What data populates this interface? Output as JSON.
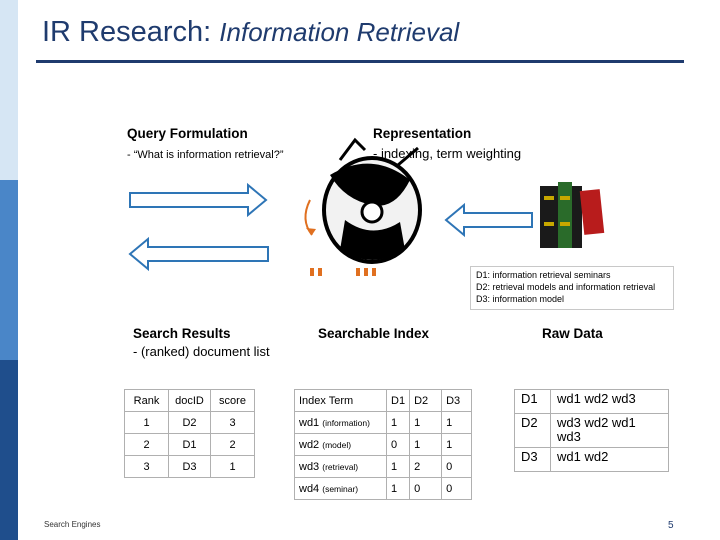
{
  "title": {
    "main": "IR Research:",
    "sub": "Information Retrieval"
  },
  "query": {
    "heading": "Query Formulation",
    "example": "- “What is information retrieval?”"
  },
  "representation": {
    "heading": "Representation",
    "detail": "- indexing, term weighting"
  },
  "descriptions": [
    "D1: information retrieval seminars",
    "D2: retrieval models and information retrieval",
    "D3: information model"
  ],
  "search_results": {
    "heading": "Search Results",
    "detail": "- (ranked) document list",
    "headers": [
      "Rank",
      "docID",
      "score"
    ],
    "rows": [
      [
        "1",
        "D2",
        "3"
      ],
      [
        "2",
        "D1",
        "2"
      ],
      [
        "3",
        "D3",
        "1"
      ]
    ]
  },
  "searchable_index": {
    "heading": "Searchable Index",
    "headers": [
      "Index Term",
      "D1",
      "D2",
      "D3"
    ],
    "rows": [
      {
        "term": "wd1",
        "note": "(information)",
        "vals": [
          "1",
          "1",
          "1"
        ]
      },
      {
        "term": "wd2",
        "note": "(model)",
        "vals": [
          "0",
          "1",
          "1"
        ]
      },
      {
        "term": "wd3",
        "note": "(retrieval)",
        "vals": [
          "1",
          "2",
          "0"
        ]
      },
      {
        "term": "wd4",
        "note": "(seminar)",
        "vals": [
          "1",
          "0",
          "0"
        ]
      }
    ]
  },
  "raw_data": {
    "heading": "Raw Data",
    "rows": [
      {
        "doc": "D1",
        "words": "wd1 wd2 wd3"
      },
      {
        "doc": "D2",
        "words": "wd3 wd2 wd1 wd3"
      },
      {
        "doc": "D3",
        "words": "wd1 wd2"
      }
    ]
  },
  "footer": {
    "left": "Search Engines",
    "page": "5"
  },
  "colors": {
    "title": "#1f3b6e",
    "arrow_fill": "#ffffff",
    "arrow_stroke": "#2e75b6",
    "sidebar_light": "#d6e6f4",
    "sidebar_mid": "#4a86c8",
    "sidebar_dark": "#1f4e8c"
  },
  "icons": [
    "left-arrow-icon",
    "right-arrow-icon",
    "search-engine-clipart-icon",
    "books-clipart-icon"
  ]
}
